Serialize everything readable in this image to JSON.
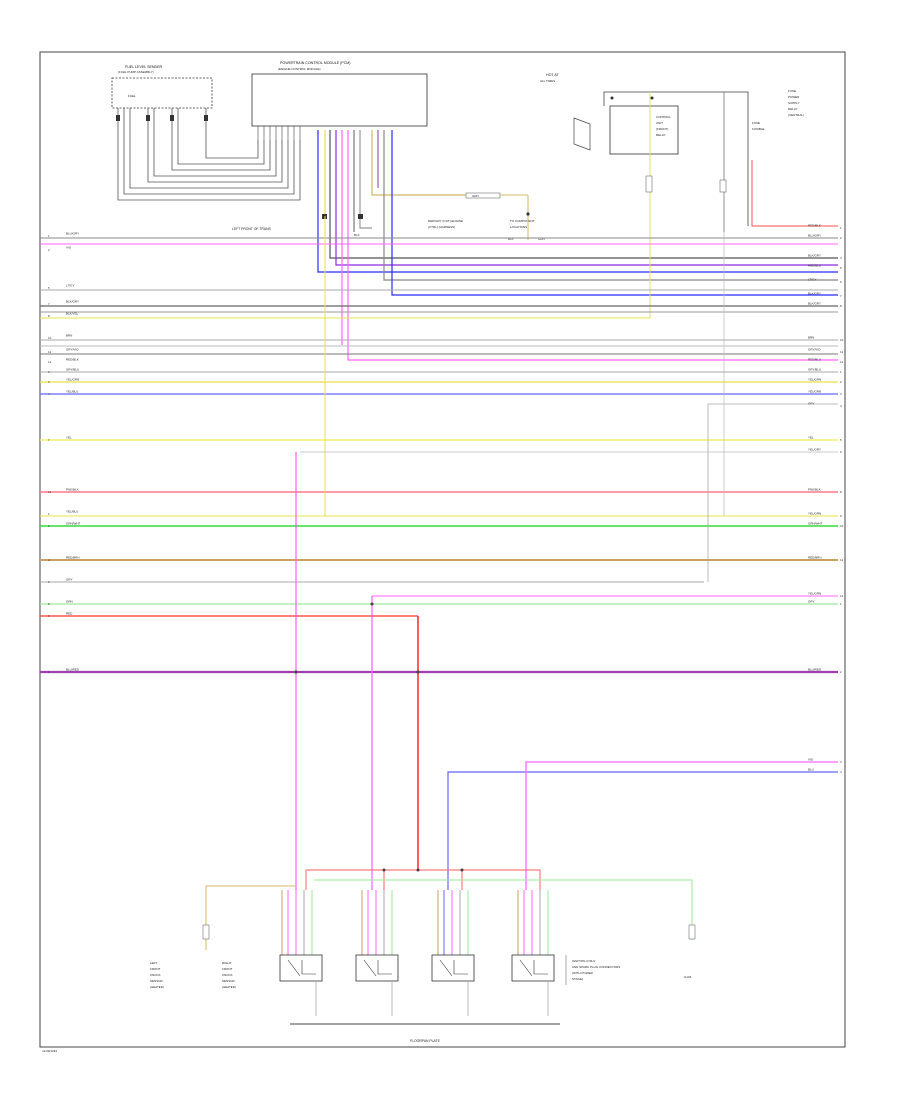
{
  "diagram": {
    "footer_code": "mm001234",
    "top_left_component": "FUEL LEVEL SENDER",
    "top_left_component_sub": "(FUEL PUMP ASSEMBLY)",
    "top_left_inner": "FUEL",
    "top_center_module": "POWERTRAIN CONTROL MODULE (PCM)",
    "top_center_module_sub": "(ENGINE CONTROL MODULE)",
    "top_center_connector": "LEFT FRONT OF TRANS",
    "top_right_title": "HOT AT",
    "top_right_title_sub": "ALL TIMES",
    "top_right_fuse": "FUSE",
    "top_right_fuse_sub": "FUSIBLE",
    "top_right_inner_1": "CONTROL",
    "top_right_inner_2": "UNIT",
    "top_right_inner_3": "(FRONT)",
    "top_right_inner_4": "RELAY",
    "right_edge_label_1": "FUSE",
    "right_edge_label_2": "POWER",
    "right_edge_label_3": "SUPPLY",
    "right_edge_label_4": "RELAY",
    "right_edge_label_5": "(CENTRAL)",
    "middle_note_1": "RED/GRY (OUT) ENGINE",
    "middle_note_2": "(CTRL) (HARNESS)",
    "middle_note_3": "TO COMPONENT",
    "middle_note_4": "LOCATIONS",
    "middle_pill": "GRN",
    "middle_pill_2": "GRN",
    "middle_small": "BLK",
    "bottom_left_label_1": "LEFT",
    "bottom_left_label_2": "FRONT",
    "bottom_left_label_3": "KNOCK",
    "bottom_left_label_4": "SENSOR",
    "bottom_left_label_5": "(HEATED)",
    "bottom_mid_label_1": "RIGHT",
    "bottom_mid_label_2": "FRONT",
    "bottom_mid_label_3": "KNOCK",
    "bottom_mid_label_4": "SENSOR",
    "bottom_mid_label_5": "(HEATED)",
    "bottom_right_label_1": "IGNITION COILS",
    "bottom_right_label_2": "AND SPARK PLUG CONNECTORS",
    "bottom_right_label_3": "(WITH POWER",
    "bottom_right_label_4": "STAGE)",
    "bottom_center_label": "FLOORPAN PLATE",
    "bottom_ground": "G104",
    "left_wire_labels": [
      "BLU/GRY",
      "VIO",
      "",
      "",
      "LT/GY",
      "",
      "BLK/GRY",
      "BLK/YEL",
      "",
      "BRN",
      "GRY/VIO",
      "RED/BLK",
      "",
      "GRY/BLU",
      "YEL/GRN",
      "YEL/BLU",
      "",
      "",
      "YEL",
      "",
      "",
      "",
      "PNK/BLK",
      "",
      "YEL/BLU",
      "GRN/WHT",
      "",
      "RED/BRN",
      "",
      "GRY",
      "",
      "GRN",
      "RED",
      "",
      "",
      "",
      "BLU/RED"
    ],
    "right_wire_labels": [
      "RED/BLK",
      "BLU/GRY",
      "",
      "BLK/GRY",
      "RED/BLU",
      "LT/GY",
      "BLK/GRY",
      "BLK/GRY",
      "",
      "BRN",
      "GRY/VIO",
      "RED/BLU",
      "GRY/BLU",
      "YEL/GRN",
      "YEL/GRN",
      "GRY",
      "YEL",
      "YEL/GRY",
      "",
      "PNK/BLK",
      "YEL/GRN",
      "GRN/WHT",
      "RED/BRN",
      "YEL/GRN",
      "GRY",
      "BLU/RED",
      "VIO",
      "BLU"
    ],
    "pin_numbers": [
      "1",
      "2",
      "3",
      "4",
      "5",
      "6",
      "7",
      "8",
      "9",
      "10",
      "11",
      "12"
    ]
  }
}
